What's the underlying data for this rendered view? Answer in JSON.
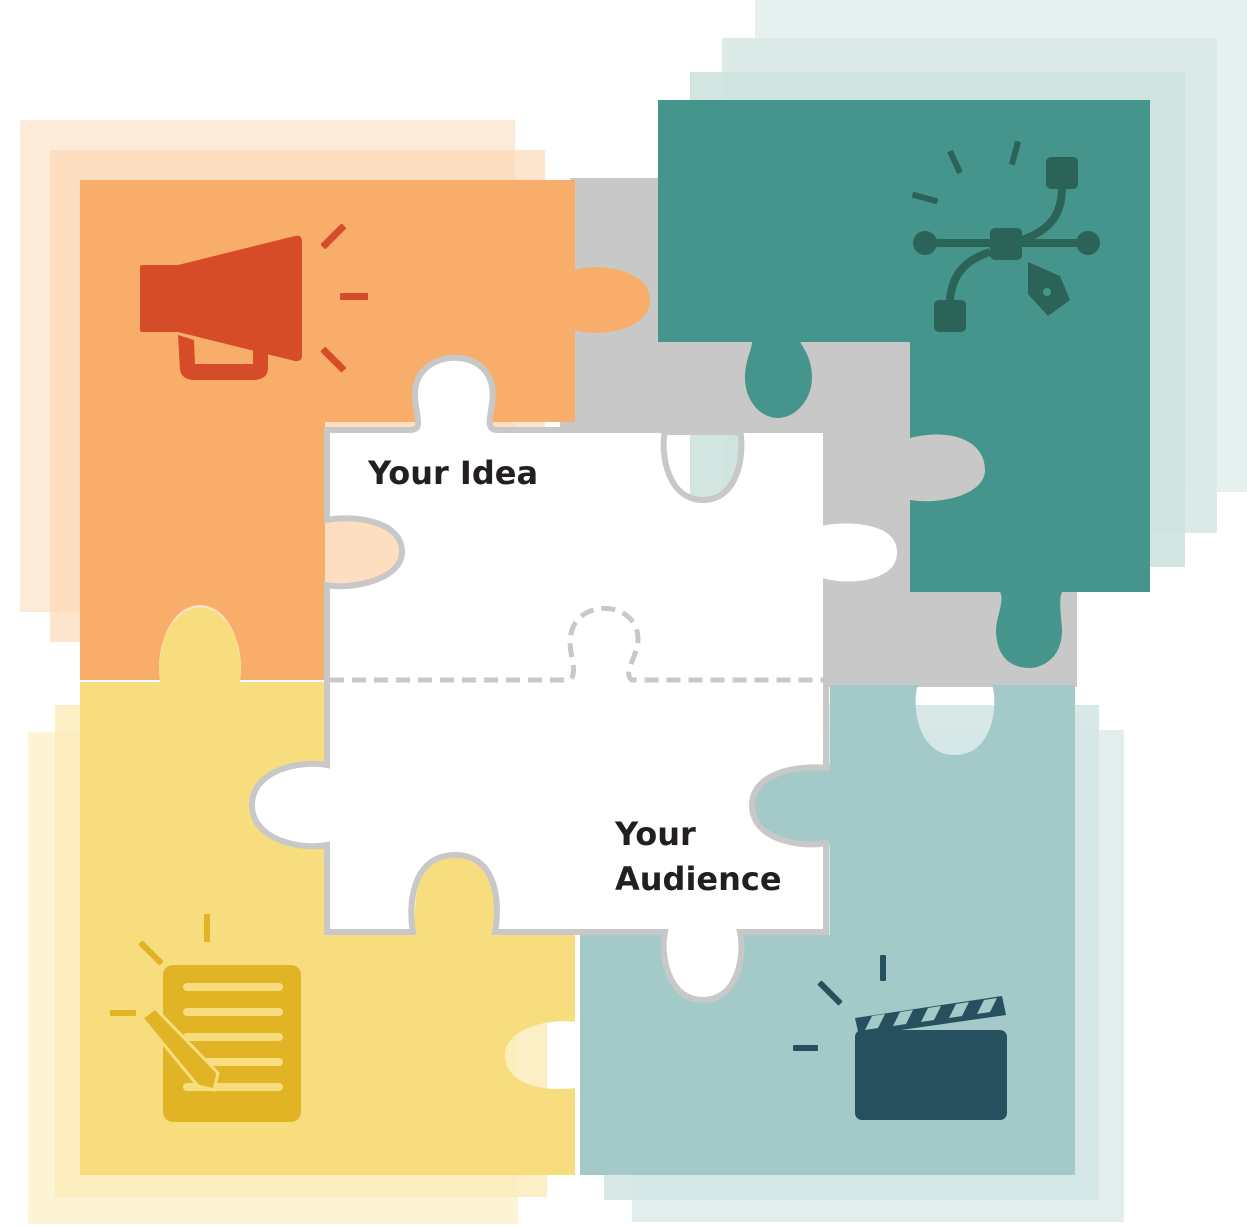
{
  "labels": {
    "idea": "Your Idea",
    "audience_line1": "Your",
    "audience_line2": "Audience"
  },
  "colors": {
    "orange": "#f9ad6a",
    "orange_shadow": "#fde3cb",
    "teal": "#45958c",
    "teal_shadow": "#d7e9e6",
    "yellow": "#f7dd7e",
    "yellow_shadow": "#fbf0c6",
    "light_teal": "#a3cac8",
    "light_teal_shadow": "#dce9e8",
    "gray": "#c8c8c8",
    "white_piece": "#ffffff",
    "megaphone": "#d64b28",
    "pen_tool": "#2b6358",
    "notepad": "#e0b424",
    "clapper": "#27505f",
    "text": "#231f20"
  },
  "icons": {
    "top_left": "megaphone-icon",
    "top_right": "vector-pen-tool-icon",
    "bottom_left": "notepad-pencil-icon",
    "bottom_right": "film-clapperboard-icon"
  }
}
